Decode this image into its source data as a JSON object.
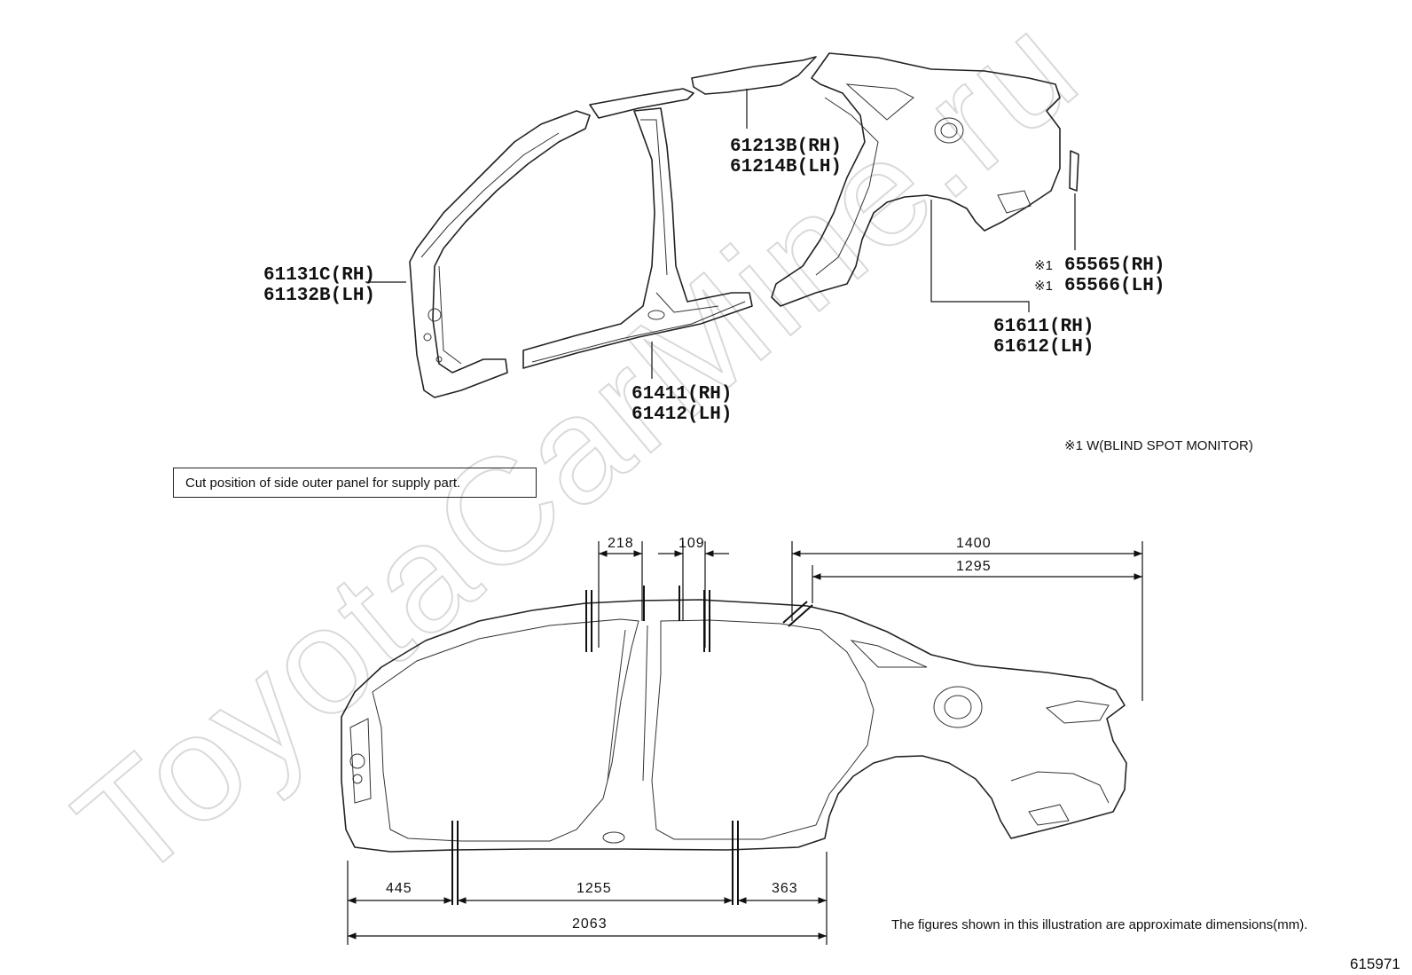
{
  "watermark": "ToyotaCarMine.ru",
  "upper_view": {
    "callouts": [
      {
        "id": "roof-side-rail",
        "lines": [
          "61213B(RH)",
          "61214B(LH)"
        ]
      },
      {
        "id": "front-pillar",
        "lines": [
          "61131C(RH)",
          "61132B(LH)"
        ]
      },
      {
        "id": "rocker-panel",
        "lines": [
          "61411(RH)",
          "61412(LH)"
        ]
      },
      {
        "id": "quarter-bracket",
        "lines": [
          "65565(RH)",
          "65566(LH)"
        ],
        "mark": "※1"
      },
      {
        "id": "quarter-panel",
        "lines": [
          "61611(RH)",
          "61612(LH)"
        ]
      }
    ],
    "footnote": "※1 W(BLIND SPOT MONITOR)"
  },
  "caption": "Cut position of side outer panel for supply part.",
  "dimensions": {
    "top": [
      "218",
      "109",
      "1400",
      "1295"
    ],
    "bottom": [
      "445",
      "1255",
      "363",
      "2063"
    ]
  },
  "note": "The figures shown in this illustration are approximate dimensions(mm).",
  "figure_number": "615971"
}
